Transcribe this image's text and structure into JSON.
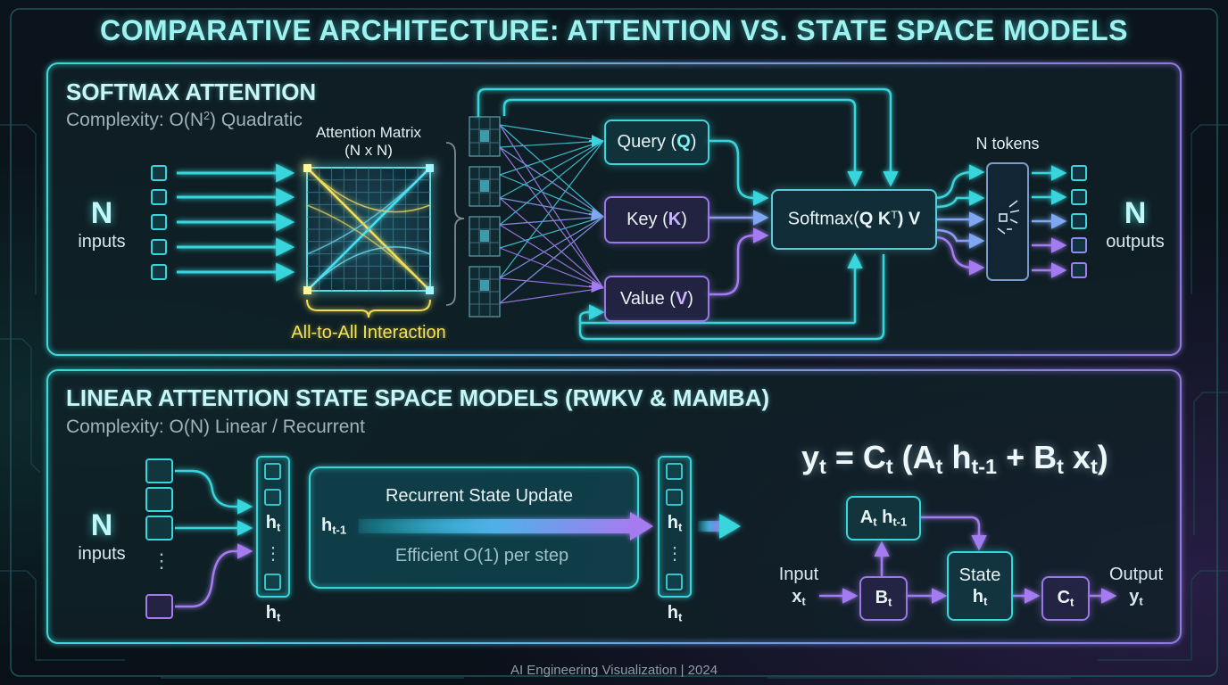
{
  "title": "COMPARATIVE ARCHITECTURE: ATTENTION VS. STATE SPACE MODELS",
  "softmax": {
    "title": "SOFTMAX ATTENTION",
    "complexity_prefix": "Complexity: O(N",
    "complexity_sup": "2",
    "complexity_suffix": ") Quadratic",
    "inputs_N": "N",
    "inputs_label": "inputs",
    "matrix_label": "Attention Matrix",
    "matrix_dims": "(N x N)",
    "interaction_label": "All-to-All Interaction",
    "query_text": "Query (",
    "query_sym": "Q",
    "key_text": "Key (",
    "key_sym": "K",
    "value_text": "Value (",
    "value_sym": "V",
    "close_paren": ")",
    "softmax_prefix": "Softmax(",
    "softmax_q": "Q K",
    "softmax_t": "T",
    "softmax_suffix": ") V",
    "tokens_label": "N tokens",
    "outputs_N": "N",
    "outputs_label": "outputs"
  },
  "linear": {
    "title": "LINEAR ATTENTION STATE SPACE MODELS (RWKV & MAMBA)",
    "complexity": "Complexity: O(N) Linear / Recurrent",
    "inputs_N": "N",
    "inputs_label": "inputs",
    "h": "h",
    "t": "t",
    "t_minus": "t-1",
    "dots": "⋮",
    "recurrent_title": "Recurrent State Update",
    "recurrent_sub": "Efficient O(1) per step",
    "equation": {
      "y": "y",
      "eq": " = ",
      "C": "C",
      "open": " (",
      "A": "A",
      "plus": " + ",
      "B": "B",
      "x": "x",
      "close": ")"
    },
    "flow": {
      "input_label": "Input",
      "x": "x",
      "state_label": "State",
      "output_label": "Output",
      "y": "y",
      "A": "A",
      "B": "B",
      "C": "C"
    }
  },
  "footer": "AI Engineering Visualization | 2024",
  "colors": {
    "cyan": "#39d6dc",
    "purple": "#9a78e8",
    "yellow": "#f4e25a",
    "background": "#0a1118"
  }
}
